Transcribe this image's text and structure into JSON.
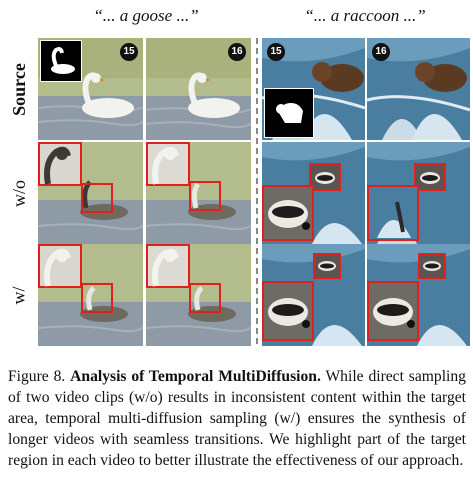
{
  "figure": {
    "col_headers": [
      "“... a goose ...”",
      "“... a raccoon ...”"
    ],
    "row_labels": [
      "Source",
      "w/o",
      "w/"
    ],
    "frame_badges": [
      "15",
      "16"
    ],
    "caption_label": "Figure 8.",
    "caption_title": "Analysis of Temporal MultiDiffusion.",
    "caption_text": "While direct sampling of two video clips (w/o) results in inconsistent content within the target area, temporal multi-diffusion sampling (w/) ensures the synthesis of longer videos with seamless transitions. We highlight part of the target region in each video to better illustrate the effectiveness of our approach."
  },
  "colors": {
    "highlight_box": "#e0201c",
    "lake_water": "#8e9aa6",
    "waterfall": "#4a7ea0"
  },
  "icons": [
    "swan-mask-icon",
    "bear-mask-icon"
  ]
}
